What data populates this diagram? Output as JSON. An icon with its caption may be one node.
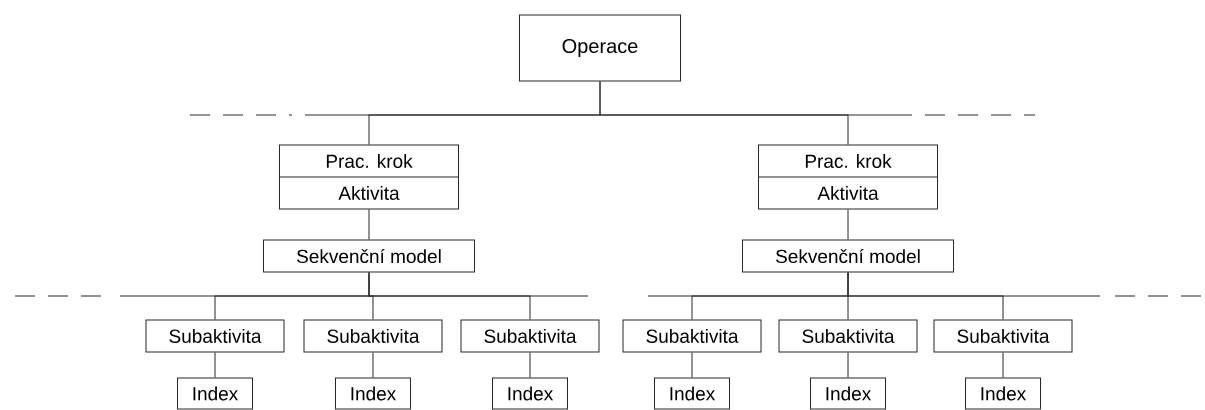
{
  "diagram": {
    "nodes": [
      {
        "text": [
          "Operace"
        ]
      },
      {
        "text": [
          "Prac. krok",
          "Aktivita"
        ]
      },
      {
        "text": [
          "Prac. krok",
          "Aktivita"
        ]
      },
      {
        "text": [
          "Sekvenční model"
        ]
      },
      {
        "text": [
          "Sekvenční model"
        ]
      },
      {
        "text": [
          "Subaktivita"
        ]
      },
      {
        "text": [
          "Subaktivita"
        ]
      },
      {
        "text": [
          "Subaktivita"
        ]
      },
      {
        "text": [
          "Subaktivita"
        ]
      },
      {
        "text": [
          "Subaktivita"
        ]
      },
      {
        "text": [
          "Subaktivita"
        ]
      },
      {
        "text": [
          "Index"
        ]
      },
      {
        "text": [
          "Index"
        ]
      },
      {
        "text": [
          "Index"
        ]
      },
      {
        "text": [
          "Index"
        ]
      },
      {
        "text": [
          "Index"
        ]
      },
      {
        "text": [
          "Index"
        ]
      }
    ],
    "edges": [
      {
        "from": 0,
        "to": 1,
        "arrow": "none"
      },
      {
        "from": 0,
        "to": 2,
        "arrow": "none"
      },
      {
        "from": 1,
        "to": 3,
        "arrow": "none"
      },
      {
        "from": 2,
        "to": 4,
        "arrow": "none"
      },
      {
        "from": 3,
        "to": 5,
        "arrow": "none"
      },
      {
        "from": 3,
        "to": 6,
        "arrow": "none"
      },
      {
        "from": 3,
        "to": 7,
        "arrow": "none"
      },
      {
        "from": 4,
        "to": 8,
        "arrow": "none"
      },
      {
        "from": 4,
        "to": 9,
        "arrow": "none"
      },
      {
        "from": 4,
        "to": 10,
        "arrow": "none"
      },
      {
        "from": 5,
        "to": 11,
        "arrow": "none"
      },
      {
        "from": 6,
        "to": 12,
        "arrow": "none"
      },
      {
        "from": 7,
        "to": 13,
        "arrow": "none"
      },
      {
        "from": 8,
        "to": 14,
        "arrow": "none"
      },
      {
        "from": 9,
        "to": 15,
        "arrow": "none"
      },
      {
        "from": 10,
        "to": 16,
        "arrow": "none"
      }
    ]
  }
}
